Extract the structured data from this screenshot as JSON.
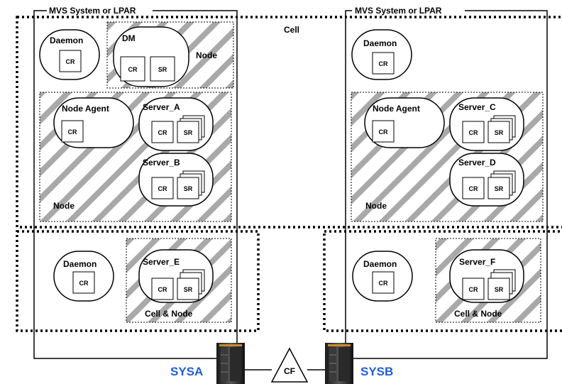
{
  "systems": [
    {
      "title": "MVS System or LPAR",
      "name": "SYSA"
    },
    {
      "title": "MVS System or LPAR",
      "name": "SYSB"
    }
  ],
  "cell_label": "Cell",
  "coupling_facility": "CF",
  "daemon": {
    "label": "Daemon",
    "cr": "CR"
  },
  "dm": {
    "label": "DM",
    "cr": "CR",
    "sr": "SR"
  },
  "node_label": "Node",
  "node_agent": {
    "label": "Node Agent",
    "cr": "CR"
  },
  "servers": [
    {
      "label": "Server_A",
      "cr": "CR",
      "sr": "SR"
    },
    {
      "label": "Server_B",
      "cr": "CR",
      "sr": "SR"
    },
    {
      "label": "Server_C",
      "cr": "CR",
      "sr": "SR"
    },
    {
      "label": "Server_D",
      "cr": "CR",
      "sr": "SR"
    },
    {
      "label": "Server_E",
      "cr": "CR",
      "sr": "SR"
    },
    {
      "label": "Server_F",
      "cr": "CR",
      "sr": "SR"
    }
  ],
  "cell_node_label": "Cell & Node"
}
